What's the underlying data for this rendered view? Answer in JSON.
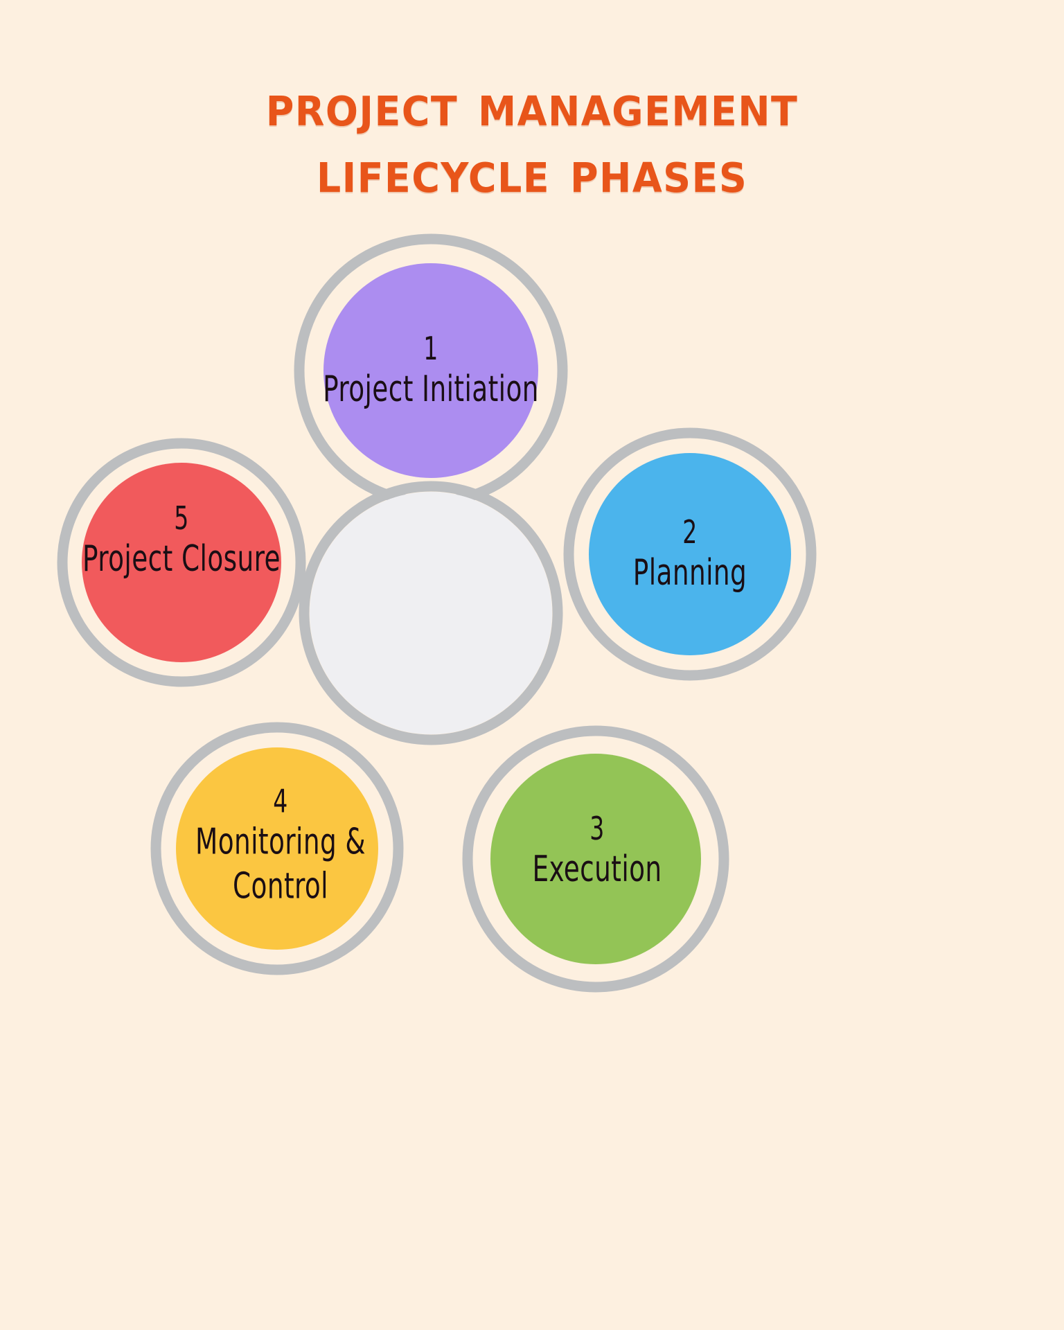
{
  "title": {
    "line1": "Project Management",
    "line2": "Lifecycle Phases",
    "color": "#E8551A"
  },
  "theme": {
    "background": "#FDF0E0",
    "ring": "#BCBEC0",
    "gap": "#FDF0E0",
    "center_fill": "#EFEFF2",
    "text": "#1A0E14"
  },
  "diagram": {
    "type": "petal-cycle",
    "center": {
      "label": "",
      "fill": "#EFEFF2"
    },
    "phases": [
      {
        "number": "1",
        "name_line1": "Project Initiation",
        "name_line2": "",
        "color": "#AC8DF0",
        "position": "top"
      },
      {
        "number": "2",
        "name_line1": "Planning",
        "name_line2": "",
        "color": "#4BB4EC",
        "position": "upper-right"
      },
      {
        "number": "3",
        "name_line1": "Execution",
        "name_line2": "",
        "color": "#93C456",
        "position": "lower-right"
      },
      {
        "number": "4",
        "name_line1": "Monitoring &",
        "name_line2": "Control",
        "color": "#FBC641",
        "position": "lower-left"
      },
      {
        "number": "5",
        "name_line1": "Project Closure",
        "name_line2": "",
        "color": "#F15A5C",
        "position": "upper-left"
      }
    ]
  }
}
